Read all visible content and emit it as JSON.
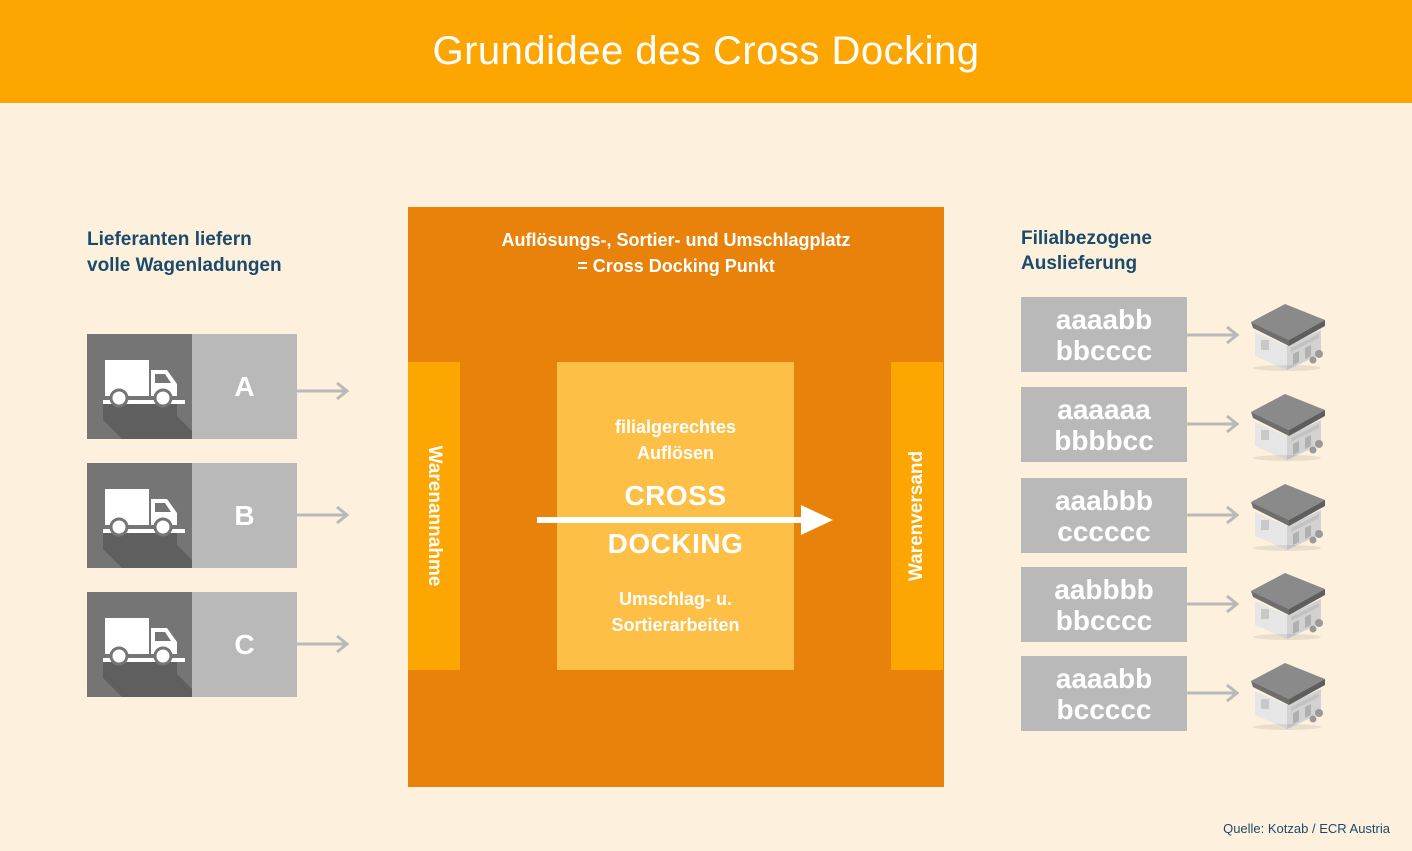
{
  "header": {
    "title": "Grundidee des Cross Docking"
  },
  "suppliers": {
    "heading_line1": "Lieferanten liefern",
    "heading_line2": "volle Wagenladungen",
    "items": [
      {
        "letter": "A",
        "icon": "truck-icon"
      },
      {
        "letter": "B",
        "icon": "truck-icon"
      },
      {
        "letter": "C",
        "icon": "truck-icon"
      }
    ]
  },
  "hub": {
    "caption_line1": "Auflösungs-, Sortier- und Umschlagplatz",
    "caption_line2": "= Cross Docking  Punkt",
    "inbound_label": "Warenannahme",
    "outbound_label": "Warenversand",
    "center": {
      "top_line1": "filialgerechtes",
      "top_line2": "Auflösen",
      "title_line1": "CROSS",
      "title_line2": "DOCKING",
      "bottom_line1": "Umschlag- u.",
      "bottom_line2": "Sortierarbeiten"
    }
  },
  "delivery": {
    "heading_line1": "Filialbezogene",
    "heading_line2": "Auslieferung",
    "routes": [
      {
        "line1": "aaaabb",
        "line2": "bbcccc",
        "icon": "store-icon"
      },
      {
        "line1": "aaaaaa",
        "line2": "bbbbcc",
        "icon": "store-icon"
      },
      {
        "line1": "aaabbb",
        "line2": "cccccc",
        "icon": "store-icon"
      },
      {
        "line1": "aabbbb",
        "line2": "bbcccc",
        "icon": "store-icon"
      },
      {
        "line1": "aaaabb",
        "line2": "bccccc",
        "icon": "store-icon"
      }
    ]
  },
  "source": "Quelle: Kotzab / ECR Austria",
  "colors": {
    "background": "#fdf1dd",
    "header": "#fda500",
    "hub": "#e8820b",
    "band": "#fda500",
    "center": "#fdbf46",
    "tile_gray": "#b9b9b9",
    "tile_dark": "#757575",
    "heading_text": "#1b4a6b"
  }
}
